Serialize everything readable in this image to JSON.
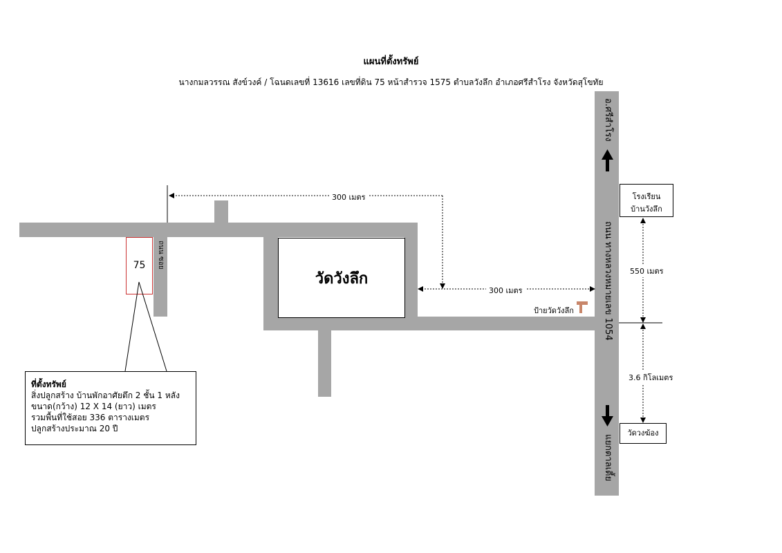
{
  "title": "แผนที่ตั้งทรัพย์",
  "subtitle": "นางกมลวรรณ  สังข์วงค์ / โฉนดเลขที่ 13616  เลขที่ดิน 75  หน้าสำรวจ 1575  ตำบลวังลึก  อำเภอศรีสำโรง  จังหวัดสุโขทัย",
  "map": {
    "temple_name": "วัดวังลึก",
    "plot_number": "75",
    "soi_label": "ถนน ซอย",
    "highway_label": "ถนน ทางหลวงหมายเลข 1054",
    "north_dest": "อ.ศรีสำโรง",
    "south_dest": "แยกตาลเตี้ย",
    "sign_label": "ป้ายวัดวังลึก",
    "distances": {
      "top": "300 เมตร",
      "mid": "300 เมตร",
      "school": "550 เมตร",
      "south_temple": "3.6 กิโลเมตร"
    },
    "landmarks": {
      "school_line1": "โรงเรียน",
      "school_line2": "บ้านวังลึก",
      "south_temple": "วัดวงฆ้อง"
    }
  },
  "info": {
    "heading": "ที่ตั้งทรัพย์",
    "line1": "สิ่งปลูกสร้าง บ้านพักอาศัยตึก 2 ชั้น 1 หลัง",
    "line2": "ขนาด(กว้าง) 12 X 14 (ยาว) เมตร",
    "line3": "รวมพื้นที่ใช้สอย 336 ตารางเมตร",
    "line4": "ปลูกสร้างประมาณ 20 ปี"
  },
  "colors": {
    "road": "#a6a6a6",
    "plot_border": "#cc3333",
    "sign": "#c8866a"
  }
}
